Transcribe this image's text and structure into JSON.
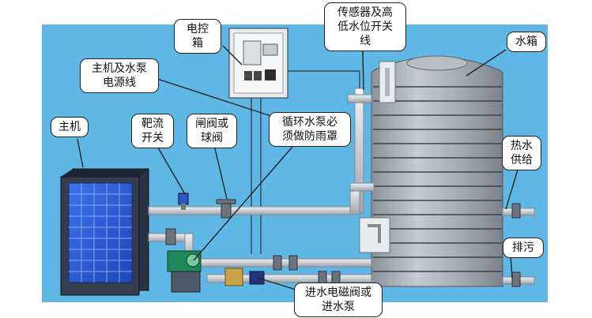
{
  "labels": {
    "control_box": [
      "电控",
      "箱"
    ],
    "sensor_switch": [
      "传感器及高",
      "低水位开关",
      "线"
    ],
    "water_tank": "水箱",
    "power_line": [
      "主机及水泵",
      "电源线"
    ],
    "main_unit": "主机",
    "target_flow_switch": [
      "靶流",
      "开关"
    ],
    "gate_ball_valve": [
      "闸阀或",
      "球阀"
    ],
    "pump_rain_cover": [
      "循环水泵必",
      "须做防雨罩"
    ],
    "hot_water_supply": [
      "热水",
      "供给"
    ],
    "drain": "排污",
    "inlet_valve_pump": [
      "进水电磁阀或",
      "进水泵"
    ]
  },
  "colors": {
    "background": "#5fb7e6",
    "pipe": "#d7dade",
    "tank": "#9fa6ad",
    "heat_pump_panel": "#2b5fd9",
    "label_border": "#222222"
  }
}
